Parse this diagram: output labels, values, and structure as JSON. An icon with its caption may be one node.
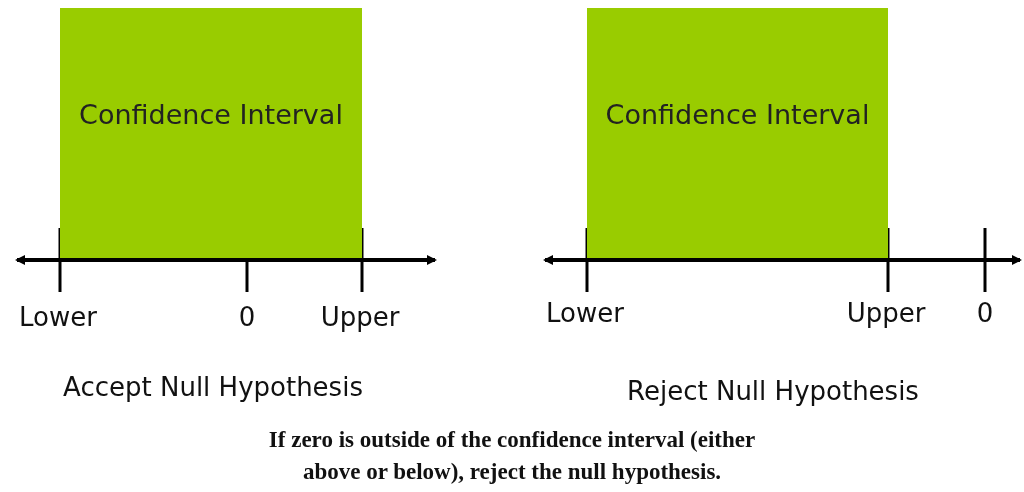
{
  "diagram": {
    "caption": "If zero is outside of the confidence interval (either above or below), reject the null hypothesis.",
    "nodes": [
      {
        "text": [
          "Confidence Interval"
        ]
      },
      {
        "text": [
          "Confidence Interval"
        ]
      }
    ],
    "labels": [
      "Lower",
      "0",
      "Upper",
      "Lower",
      "Upper",
      "0",
      "Accept Null Hypothesis",
      "Reject Null Hypothesis"
    ]
  }
}
